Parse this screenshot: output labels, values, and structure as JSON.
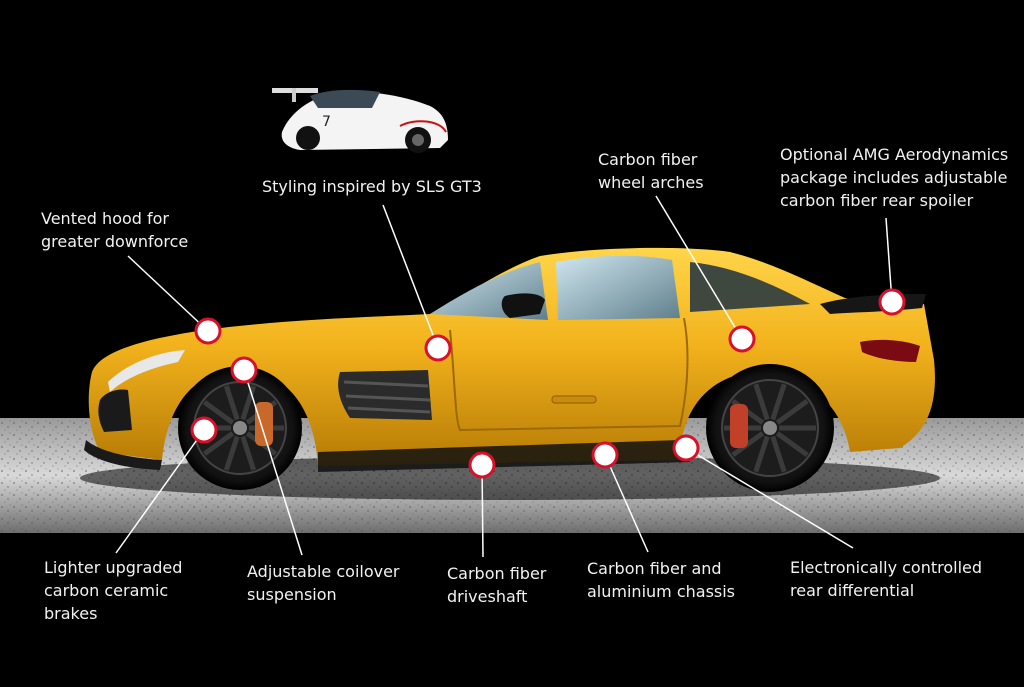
{
  "colors": {
    "background": "#000000",
    "car_body": "#f2b21c",
    "marker_ring": "#d8102a",
    "marker_fill": "#ffffff",
    "leader_line": "#ffffff",
    "text": "#f2f2f2"
  },
  "annotations": [
    {
      "text": "Styling inspired by SLS GT3"
    },
    {
      "text": "Vented hood for\ngreater downforce"
    },
    {
      "text": "Carbon fiber\nwheel arches"
    },
    {
      "text": "Optional AMG Aerodynamics\npackage includes adjustable\ncarbon fiber rear spoiler"
    },
    {
      "text": "Lighter upgraded\ncarbon ceramic\nbrakes"
    },
    {
      "text": "Adjustable coilover\nsuspension"
    },
    {
      "text": "Carbon fiber\ndriveshaft"
    },
    {
      "text": "Carbon fiber and\naluminium chassis"
    },
    {
      "text": "Electronically controlled\nrear differential"
    }
  ],
  "inset_car": {
    "icon": "race-car-gt3-icon",
    "number_decal": "7"
  }
}
